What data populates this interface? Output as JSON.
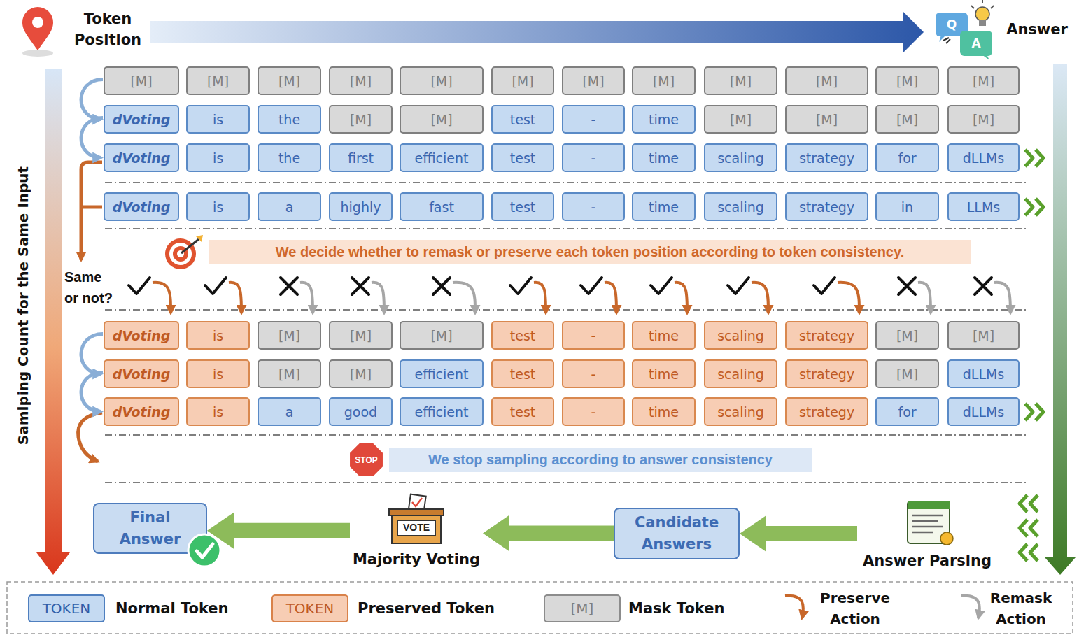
{
  "diagram": {
    "nodes": [
      {
        "text": [
          "[M]"
        ]
      },
      {
        "text": [
          "[M]"
        ]
      },
      {
        "text": [
          "[M]"
        ]
      },
      {
        "text": [
          "[M]"
        ]
      },
      {
        "text": [
          "[M]"
        ]
      },
      {
        "text": [
          "[M]"
        ]
      },
      {
        "text": [
          "[M]"
        ]
      },
      {
        "text": [
          "[M]"
        ]
      },
      {
        "text": [
          "[M]"
        ]
      },
      {
        "text": [
          "[M]"
        ]
      },
      {
        "text": [
          "[M]"
        ]
      },
      {
        "text": [
          "[M]"
        ]
      },
      {
        "text": [
          "dVoting"
        ]
      },
      {
        "text": [
          "is"
        ]
      },
      {
        "text": [
          "the"
        ]
      },
      {
        "text": [
          "[M]"
        ]
      },
      {
        "text": [
          "[M]"
        ]
      },
      {
        "text": [
          "test"
        ]
      },
      {
        "text": [
          "-"
        ]
      },
      {
        "text": [
          "time"
        ]
      },
      {
        "text": [
          "[M]"
        ]
      },
      {
        "text": [
          "[M]"
        ]
      },
      {
        "text": [
          "[M]"
        ]
      },
      {
        "text": [
          "[M]"
        ]
      },
      {
        "text": [
          "dVoting"
        ]
      },
      {
        "text": [
          "is"
        ]
      },
      {
        "text": [
          "the"
        ]
      },
      {
        "text": [
          "first"
        ]
      },
      {
        "text": [
          "efficient"
        ]
      },
      {
        "text": [
          "test"
        ]
      },
      {
        "text": [
          "-"
        ]
      },
      {
        "text": [
          "time"
        ]
      },
      {
        "text": [
          "scaling"
        ]
      },
      {
        "text": [
          "strategy"
        ]
      },
      {
        "text": [
          "for"
        ]
      },
      {
        "text": [
          "dLLMs"
        ]
      },
      {
        "text": [
          "dVoting"
        ]
      },
      {
        "text": [
          "is"
        ]
      },
      {
        "text": [
          "a"
        ]
      },
      {
        "text": [
          "highly"
        ]
      },
      {
        "text": [
          "fast"
        ]
      },
      {
        "text": [
          "test"
        ]
      },
      {
        "text": [
          "-"
        ]
      },
      {
        "text": [
          "time"
        ]
      },
      {
        "text": [
          "scaling"
        ]
      },
      {
        "text": [
          "strategy"
        ]
      },
      {
        "text": [
          "in"
        ]
      },
      {
        "text": [
          "LLMs"
        ]
      },
      {
        "text": [
          "dVoting"
        ]
      },
      {
        "text": [
          "is"
        ]
      },
      {
        "text": [
          "[M]"
        ]
      },
      {
        "text": [
          "[M]"
        ]
      },
      {
        "text": [
          "[M]"
        ]
      },
      {
        "text": [
          "test"
        ]
      },
      {
        "text": [
          "-"
        ]
      },
      {
        "text": [
          "time"
        ]
      },
      {
        "text": [
          "scaling"
        ]
      },
      {
        "text": [
          "strategy"
        ]
      },
      {
        "text": [
          "[M]"
        ]
      },
      {
        "text": [
          "[M]"
        ]
      },
      {
        "text": [
          "dVoting"
        ]
      },
      {
        "text": [
          "is"
        ]
      },
      {
        "text": [
          "[M]"
        ]
      },
      {
        "text": [
          "[M]"
        ]
      },
      {
        "text": [
          "efficient"
        ]
      },
      {
        "text": [
          "test"
        ]
      },
      {
        "text": [
          "-"
        ]
      },
      {
        "text": [
          "time"
        ]
      },
      {
        "text": [
          "scaling"
        ]
      },
      {
        "text": [
          "strategy"
        ]
      },
      {
        "text": [
          "[M]"
        ]
      },
      {
        "text": [
          "dLLMs"
        ]
      },
      {
        "text": [
          "dVoting"
        ]
      },
      {
        "text": [
          "is"
        ]
      },
      {
        "text": [
          "a"
        ]
      },
      {
        "text": [
          "good"
        ]
      },
      {
        "text": [
          "efficient"
        ]
      },
      {
        "text": [
          "test"
        ]
      },
      {
        "text": [
          "-"
        ]
      },
      {
        "text": [
          "time"
        ]
      },
      {
        "text": [
          "scaling"
        ]
      },
      {
        "text": [
          "strategy"
        ]
      },
      {
        "text": [
          "for"
        ]
      },
      {
        "text": [
          "dLLMs"
        ]
      },
      {
        "text": [
          "We decide whether to remask or preserve each token position according to token consistency."
        ]
      },
      {
        "text": [
          "STOP"
        ]
      },
      {
        "text": [
          "We stop sampling according to answer consistency"
        ]
      },
      {
        "text": [
          "Final Answer"
        ]
      },
      {
        "text": [
          "VOTE",
          "Majority Voting"
        ]
      },
      {
        "text": [
          "Candidate Answers"
        ]
      },
      {
        "text": [
          "Answer Parsing"
        ]
      }
    ],
    "edges": [
      {
        "from": 0,
        "to": 12,
        "arrow": "to"
      },
      {
        "from": 12,
        "to": 24,
        "arrow": "to"
      },
      {
        "from": 48,
        "to": 60,
        "arrow": "to"
      },
      {
        "from": 60,
        "to": 72,
        "arrow": "to"
      },
      {
        "from": 90,
        "to": 89,
        "arrow": "to"
      },
      {
        "from": 89,
        "to": 88,
        "arrow": "to"
      },
      {
        "from": 88,
        "to": 87,
        "arrow": "to"
      }
    ],
    "labels": [
      "Token Position",
      "Q",
      "A",
      "Answer",
      "Samlping Count for the Same Input",
      "Same or not?",
      "TOKEN",
      "TOKEN",
      "[M]"
    ],
    "legend": [
      {
        "text": "Normal Token",
        "color": "#c5daf2"
      },
      {
        "text": "Preserved Token",
        "color": "#f7cdb4"
      },
      {
        "text": "Mask Token",
        "color": "#d9d9d9"
      },
      {
        "text": "Preserve Action"
      },
      {
        "text": "Remask Action"
      }
    ]
  }
}
